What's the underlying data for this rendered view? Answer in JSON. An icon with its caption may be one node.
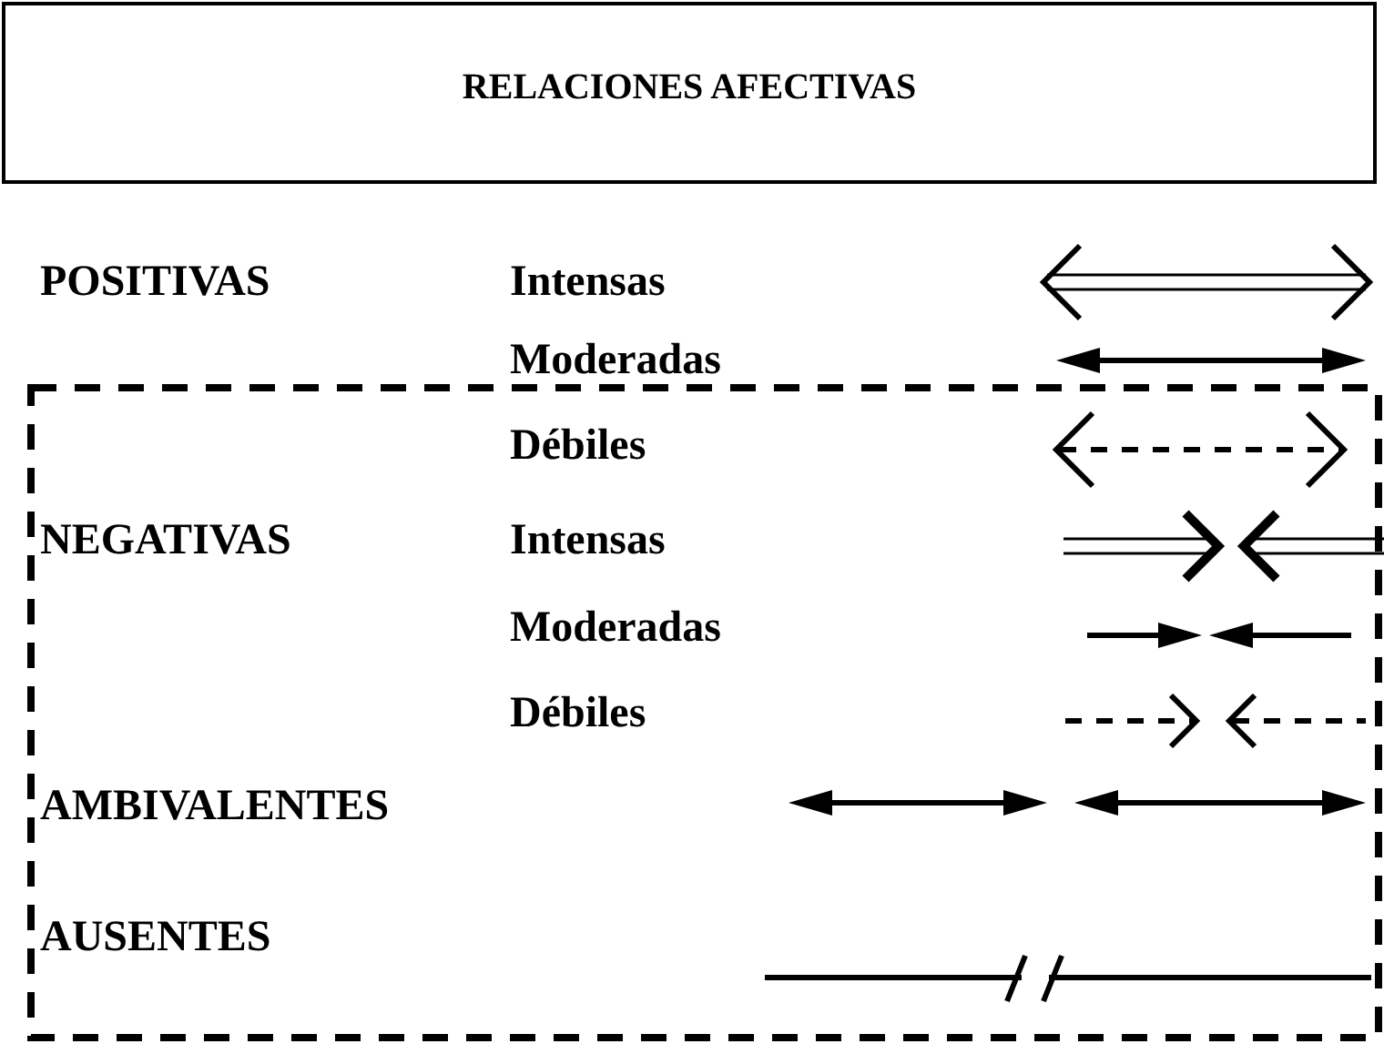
{
  "diagram": {
    "nodes": [
      {
        "text": [
          "RELACIONES AFECTIVAS"
        ]
      }
    ],
    "labels": [
      "POSITIVAS",
      "NEGATIVAS"
    ],
    "legend": [
      {
        "text": "Intensas"
      },
      {
        "text": "Moderadas"
      },
      {
        "text": "Débiles"
      },
      {
        "text": "Intensas"
      },
      {
        "text": "Moderadas"
      },
      {
        "text": "Débiles"
      },
      {
        "text": "AMBIVALENTES"
      },
      {
        "text": "AUSENTES"
      }
    ]
  }
}
